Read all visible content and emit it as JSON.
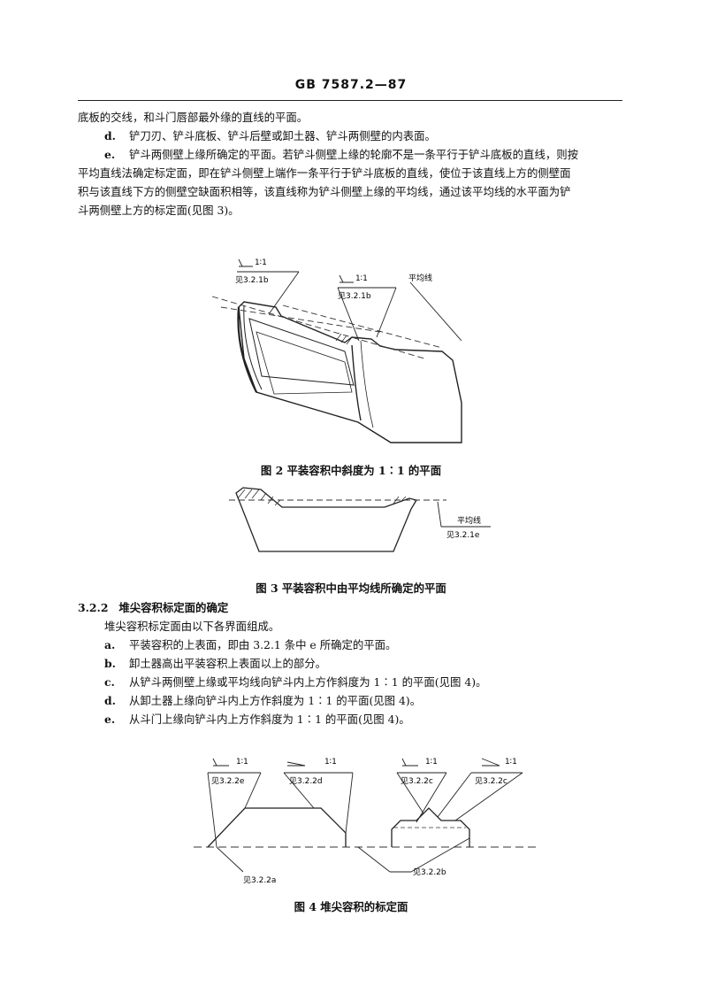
{
  "header": {
    "standard": "GB 7587.2—87"
  },
  "body_top": {
    "line1": "底板的交线，和斗门唇部最外缘的直线的平面。",
    "d_label": "d.",
    "d_text": "铲刀刃、铲斗底板、铲斗后壁或卸土器、铲斗两侧壁的内表面。",
    "e_label": "e.",
    "e_text_1": "铲斗两侧壁上缘所确定的平面。若铲斗侧壁上缘的轮廓不是一条平行于铲斗底板的直线，则按",
    "e_text_2": "平均直线法确定标定面，即在铲斗侧壁上端作一条平行于铲斗底板的直线，使位于该直线上方的侧壁面",
    "e_text_3": "积与该直线下方的侧壁空缺面积相等，该直线称为铲斗侧壁上缘的平均线，通过该平均线的水平面为铲",
    "e_text_4": "斗两侧壁上方的标定面(见图 3)。"
  },
  "figure2": {
    "callout1_slope": "1∶1",
    "callout1_ref": "见3.2.1b",
    "callout2_slope": "1∶1",
    "callout2_ref": "见3.2.1b",
    "callout3": "平均线",
    "caption": "图 2   平装容积中斜度为 1∶1 的平面"
  },
  "figure3": {
    "label_line": "平均线",
    "label_ref": "见3.2.1e",
    "caption": "图 3   平装容积中由平均线所确定的平面"
  },
  "section": {
    "number": "3.2.2",
    "title": "堆尖容积标定面的确定",
    "intro": "堆尖容积标定面由以下各界面组成。",
    "items": [
      {
        "label": "a.",
        "text": "平装容积的上表面，即由 3.2.1 条中 e 所确定的平面。"
      },
      {
        "label": "b.",
        "text": "卸土器高出平装容积上表面以上的部分。"
      },
      {
        "label": "c.",
        "text": "从铲斗两侧壁上缘或平均线向铲斗内上方作斜度为 1∶1 的平面(见图 4)。"
      },
      {
        "label": "d.",
        "text": "从卸土器上缘向铲斗内上方作斜度为 1∶1 的平面(见图 4)。"
      },
      {
        "label": "e.",
        "text": "从斗门上缘向铲斗内上方作斜度为 1∶1 的平面(见图 4)。"
      }
    ]
  },
  "figure4": {
    "c1_slope": "1∶1",
    "c1_ref": "见3.2.2e",
    "c2_slope": "1∶1",
    "c2_ref": "见3.2.2d",
    "c3_slope": "1∶1",
    "c3_ref": "见3.2.2c",
    "c4_slope": "1∶1",
    "c4_ref": "见3.2.2c",
    "bottom_left": "见3.2.2a",
    "bottom_right": "见3.2.2b",
    "caption": "图 4   堆尖容积的标定面"
  }
}
